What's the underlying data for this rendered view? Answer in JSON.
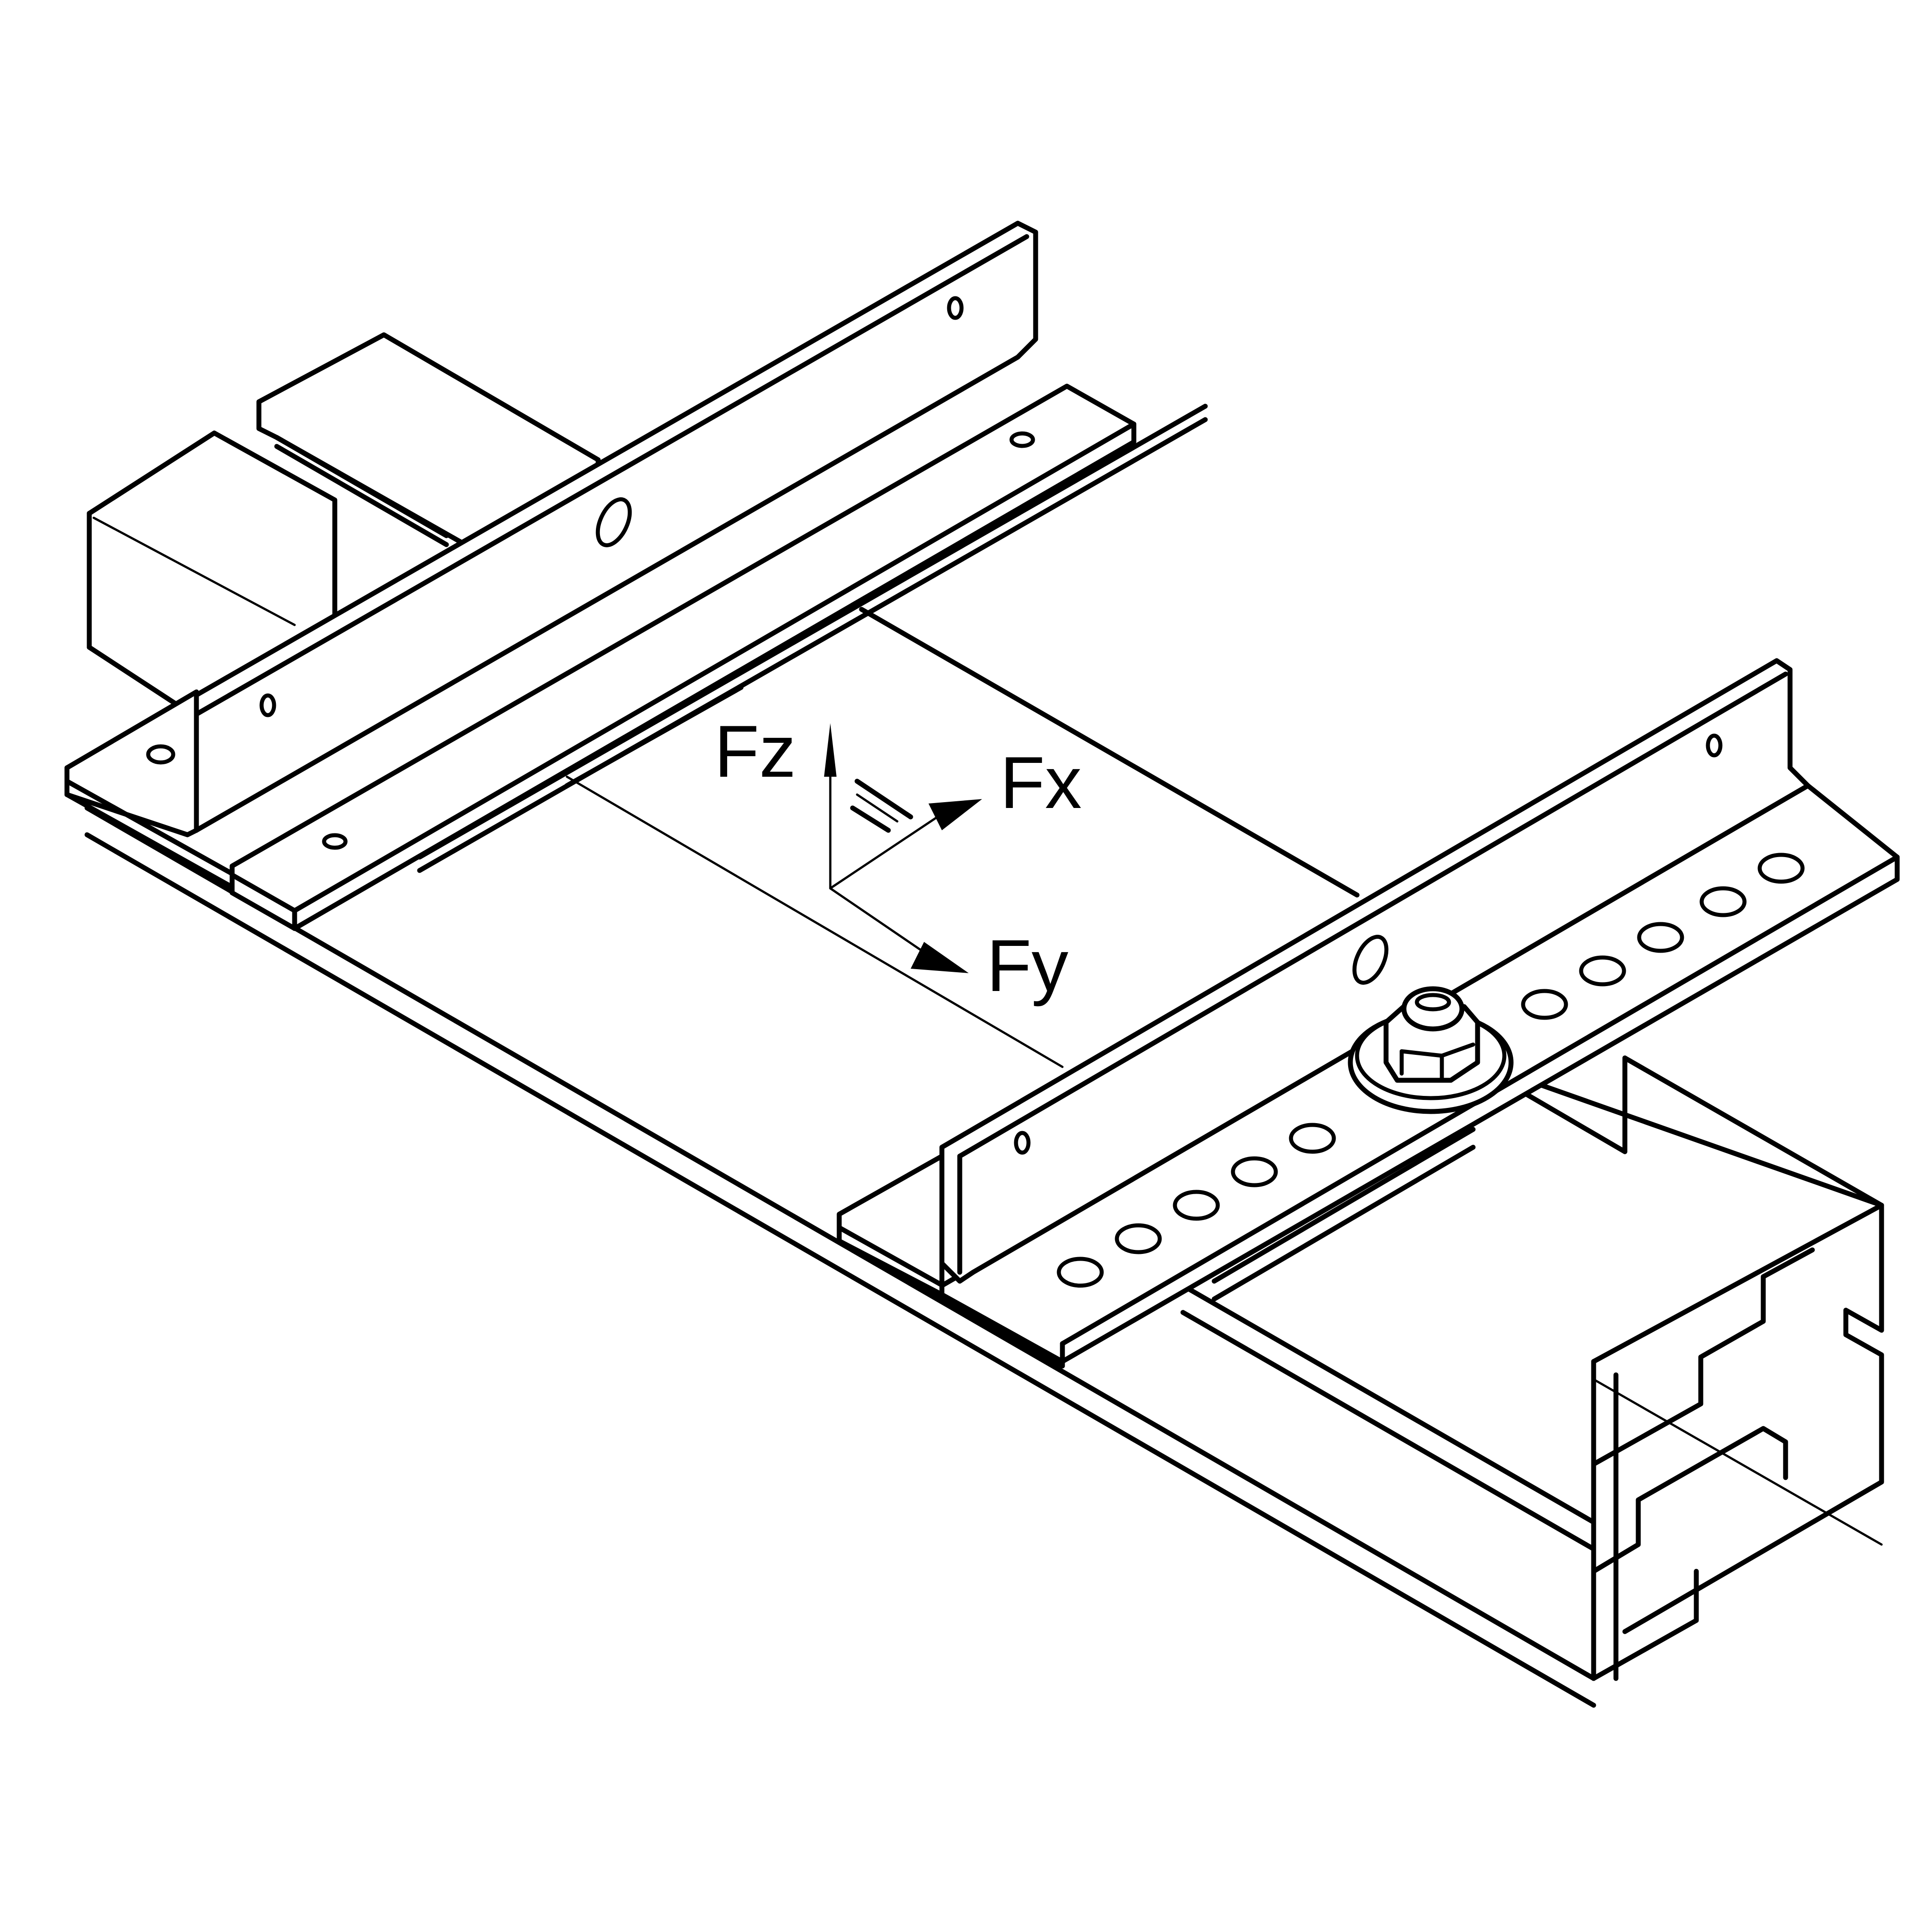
{
  "figure": {
    "type": "isometric technical line drawing",
    "subject": "Mounting brackets clamped across rail plates and a double C-channel strut, with force axes",
    "colors": {
      "line": "#000000",
      "background": "#ffffff"
    }
  },
  "force_axes": {
    "labels": {
      "fz": "Fz",
      "fx": "Fx",
      "fy": "Fy"
    },
    "directions": {
      "fz": "up (vertical)",
      "fx": "up-right (isometric)",
      "fy": "down-right (isometric)"
    }
  },
  "components": [
    {
      "name": "left-angle-bracket",
      "holes": 3
    },
    {
      "name": "right-angle-bracket",
      "holes": 3
    },
    {
      "name": "upper-flat-bar",
      "holes": 2
    },
    {
      "name": "perforated-strip",
      "holes": 10
    },
    {
      "name": "hex-nut-with-washer",
      "count": 1
    },
    {
      "name": "motor-housing-block",
      "count": 1
    },
    {
      "name": "double-c-channel-strut",
      "count": 1
    }
  ]
}
